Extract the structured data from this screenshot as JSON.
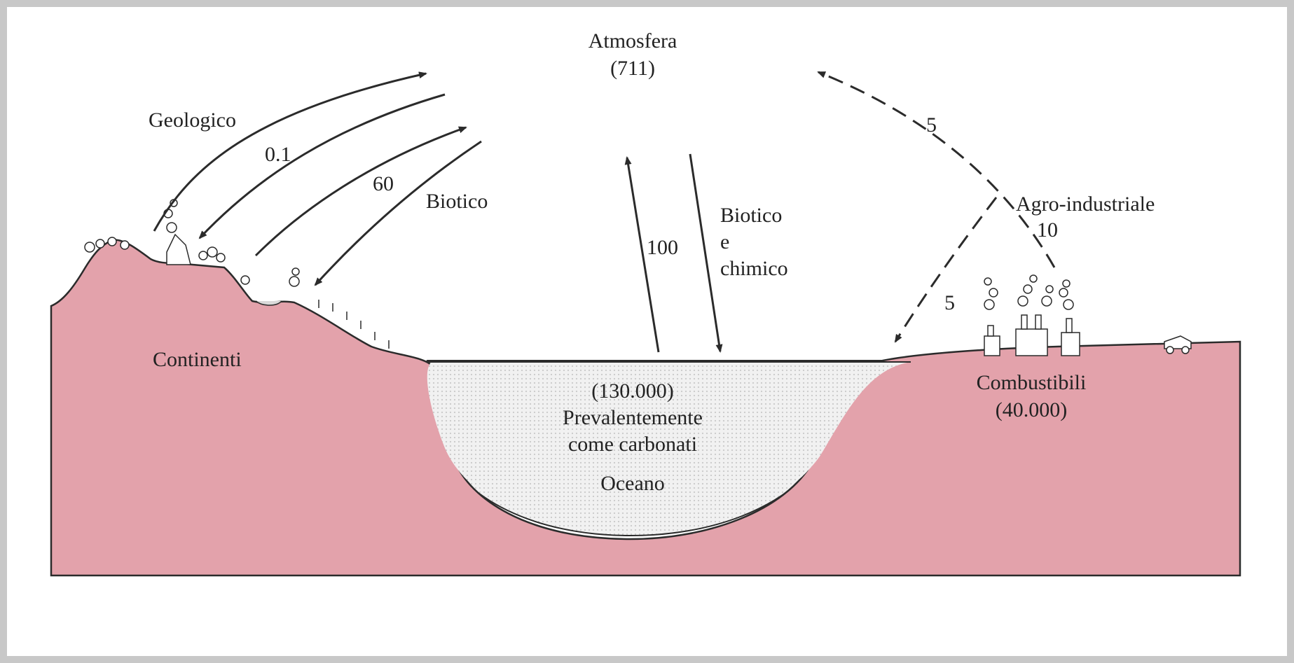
{
  "atmosphere": {
    "name": "Atmosfera",
    "amount": "(711)"
  },
  "continents": {
    "name": "Continenti"
  },
  "ocean": {
    "amount": "(130.000)",
    "line1": "Prevalentemente",
    "line2": "come carbonati",
    "name": "Oceano"
  },
  "fuels": {
    "name": "Combustibili",
    "amount": "(40.000)"
  },
  "flows": {
    "geologic_label": "Geologico",
    "geologic_value": "0.1",
    "biotic_land_value": "60",
    "biotic_land_label": "Biotico",
    "ocean_up_value": "100",
    "ocean_down_line1": "Biotico",
    "ocean_down_line2": "e",
    "ocean_down_line3": "chimico",
    "agro_label": "Agro-industriale",
    "agro_total": "10",
    "agro_to_atmosphere": "5",
    "agro_to_ocean": "5"
  },
  "colors": {
    "land": "#e3a2ab",
    "ocean": "#eeeeee",
    "ink": "#2b2b2b",
    "frame": "#c8c8c8"
  }
}
